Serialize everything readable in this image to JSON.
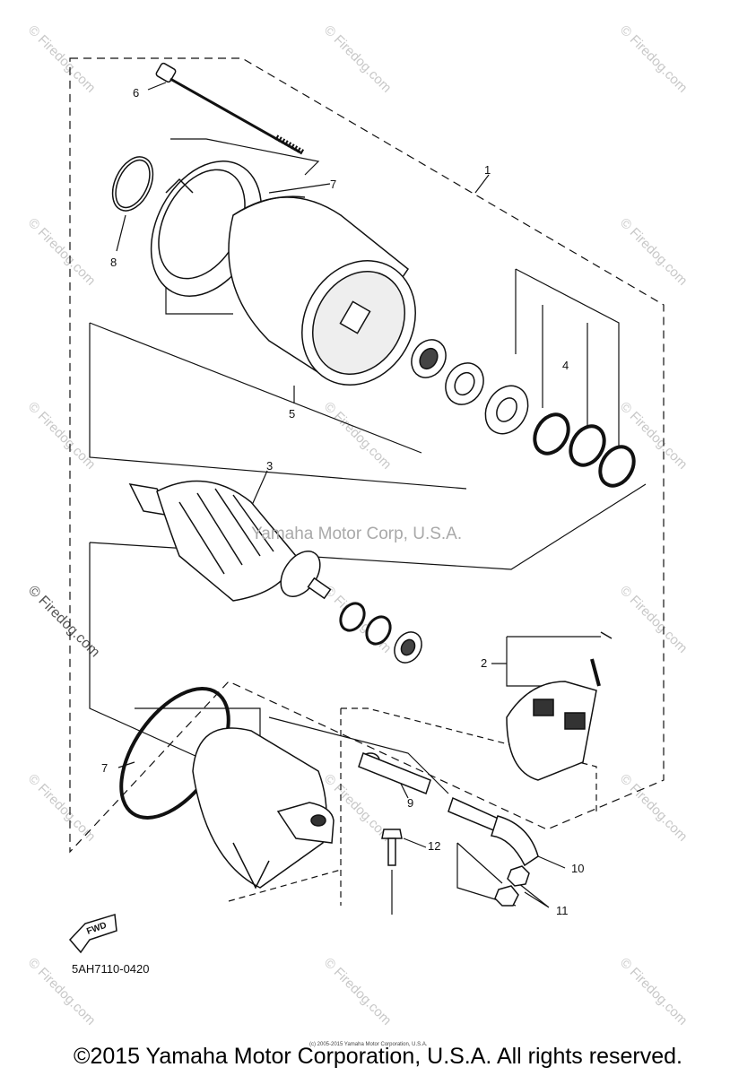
{
  "watermark_text": "© Firedog.com",
  "center_watermark": "Yamaha Motor Corp, U.S.A.",
  "part_code": "5AH7110-0420",
  "fwd_label": "FWD",
  "tiny_copyright": "(c) 2005-2015 Yamaha Motor Corporation, U.S.A.",
  "footer": "©2015 Yamaha Motor Corporation, U.S.A. All rights reserved.",
  "callouts": {
    "c1": "1",
    "c2": "2",
    "c3": "3",
    "c4": "4",
    "c5": "5",
    "c6": "6",
    "c7a": "7",
    "c7b": "7",
    "c8": "8",
    "c9": "9",
    "c10": "10",
    "c11": "11",
    "c12": "12"
  }
}
